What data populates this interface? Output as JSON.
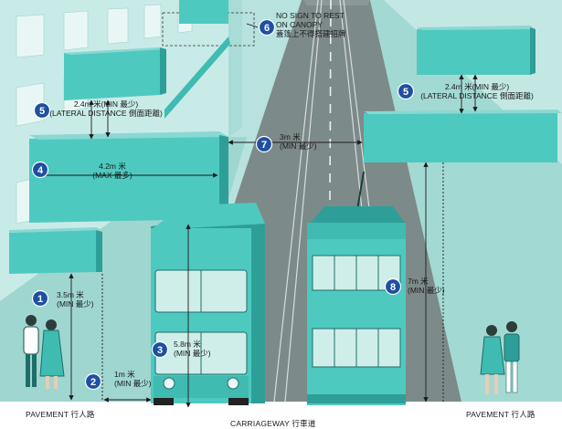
{
  "colors": {
    "background": "#b8e2de",
    "teal": "#4ec9c0",
    "teal_light": "#8ad8d2",
    "teal_dark": "#2e9f98",
    "road": "#7d8a8a",
    "badge": "#1f4fa0"
  },
  "annotations": [
    {
      "id": "a1",
      "number": "1",
      "lines": [
        "3.5m 米",
        "(MIN 最少)"
      ]
    },
    {
      "id": "a2",
      "number": "2",
      "lines": [
        "1m 米",
        "(MIN 最少)"
      ]
    },
    {
      "id": "a3",
      "number": "3",
      "lines": [
        "5.8m 米",
        "(MIN 最少)"
      ]
    },
    {
      "id": "a4",
      "number": "4",
      "lines": [
        "4.2m 米",
        "(MAX 最多)"
      ]
    },
    {
      "id": "a5l",
      "number": "5",
      "lines": [
        "2.4m 米(MIN 最少)",
        "(LATERAL DISTANCE 側面距離)"
      ]
    },
    {
      "id": "a5r",
      "number": "5",
      "lines": [
        "2.4m 米(MIN 最少)",
        "(LATERAL DISTANCE 側面距離)"
      ]
    },
    {
      "id": "a6",
      "number": "6",
      "lines": [
        "NO SIGN TO REST",
        "ON CANOPY",
        "蓋篷上不得搭建招牌"
      ]
    },
    {
      "id": "a7",
      "number": "7",
      "lines": [
        "3m 米",
        "(MIN 最少)"
      ]
    },
    {
      "id": "a8",
      "number": "8",
      "lines": [
        "7m 米",
        "(MIN 最少)"
      ]
    }
  ],
  "footer": {
    "pavement_left": "PAVEMENT 行人路",
    "carriageway": "CARRIAGEWAY 行車道",
    "pavement_right": "PAVEMENT 行人路"
  }
}
